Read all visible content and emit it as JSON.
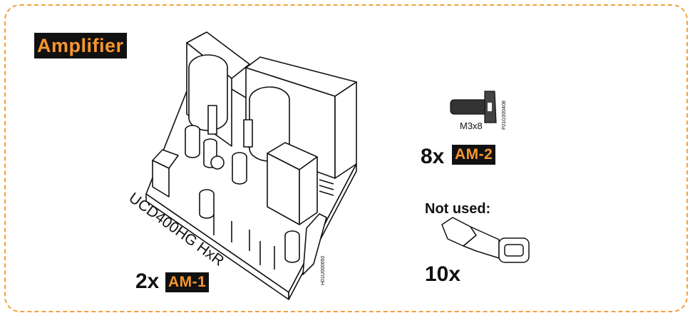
{
  "section_title": "Amplifier",
  "amplifier_board": {
    "model_label": "UCD400HG HxR",
    "part_code": "H01U000650",
    "quantity": "2x",
    "part_tag": "AM-1"
  },
  "screw": {
    "size_label": "M3x8",
    "part_code": "F01G000408",
    "quantity": "8x",
    "part_tag": "AM-2"
  },
  "connector": {
    "status_label": "Not used:",
    "quantity": "10x"
  },
  "colors": {
    "accent": "#f7962e",
    "border": "#f3a23c",
    "tag_background": "#111111"
  }
}
